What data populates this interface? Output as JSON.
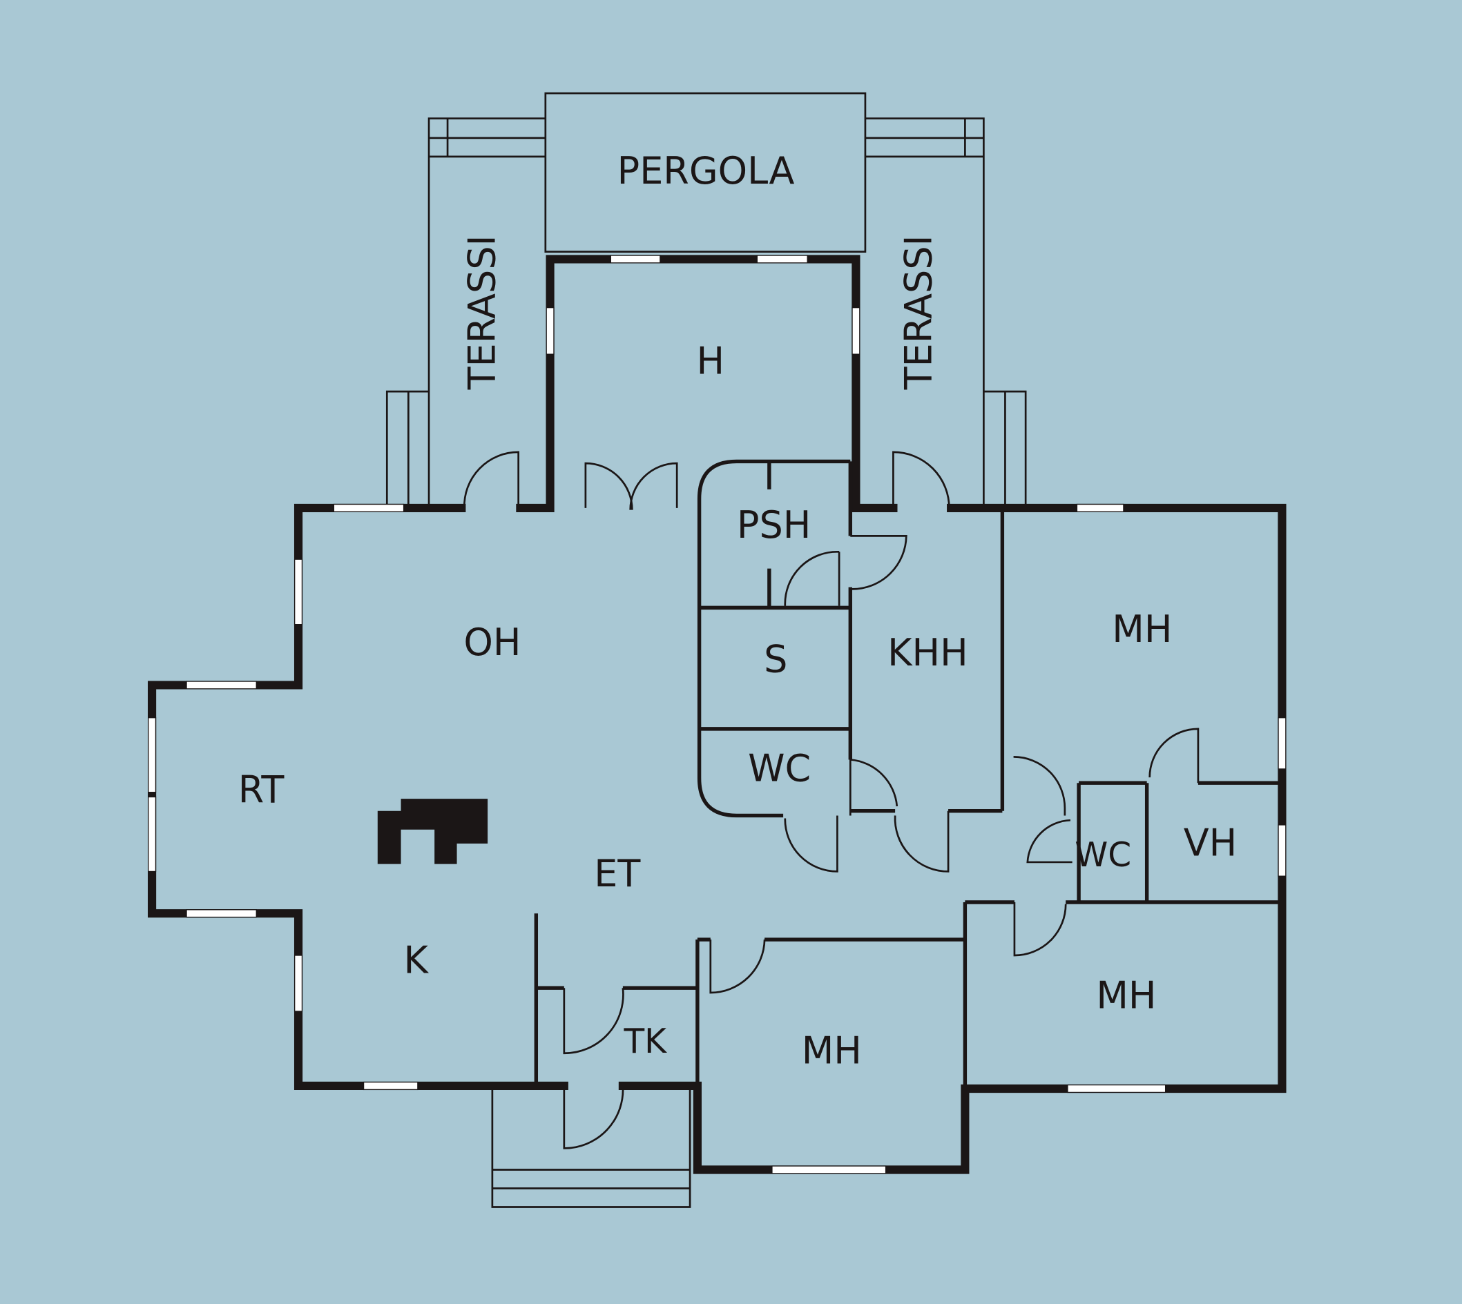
{
  "title": "Floor plan",
  "colors": {
    "background": "#a9c8d4",
    "walls": "#1b1616",
    "windows": "#ffffff"
  },
  "rooms": {
    "pergola": "PERGOLA",
    "terrace_left": "TERASSI",
    "terrace_right": "TERASSI",
    "hall": "H",
    "living": "OH",
    "sauna_shower": "PSH",
    "sauna": "S",
    "wc1": "WC",
    "utility": "KHH",
    "bedroom_ne": "MH",
    "dining": "RT",
    "entrance": "ET",
    "kitchen": "K",
    "wc2": "WC",
    "wardrobe": "VH",
    "storage": "TK",
    "bedroom_s": "MH",
    "bedroom_se": "MH"
  }
}
